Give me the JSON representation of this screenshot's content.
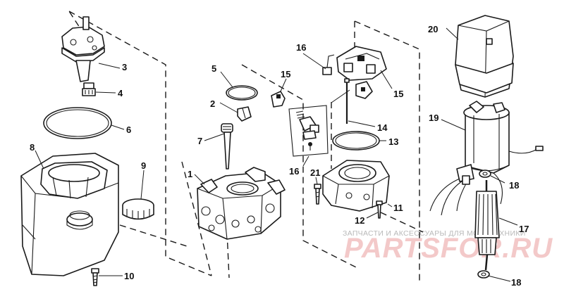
{
  "callouts": {
    "c1": "1",
    "c2": "2",
    "c3": "3",
    "c4": "4",
    "c5": "5",
    "c6": "6",
    "c7": "7",
    "c8": "8",
    "c9": "9",
    "c10": "10",
    "c11": "11",
    "c12": "12",
    "c13": "13",
    "c14": "14",
    "c15a": "15",
    "c15b": "15",
    "c16a": "16",
    "c16b": "16",
    "c17": "17",
    "c18a": "18",
    "c18b": "18",
    "c19": "19",
    "c20": "20",
    "c21": "21"
  },
  "watermark": {
    "subtitle": "ЗАПЧАСТИ И АКСЕССУАРЫ ДЛЯ МОТОТЕХНИКИ",
    "brand": "PARTSFOR.RU"
  },
  "colors": {
    "ink": "#1a1a1a",
    "watermark_text": "#b9b9b9",
    "watermark_brand": "#f3c9c9"
  }
}
